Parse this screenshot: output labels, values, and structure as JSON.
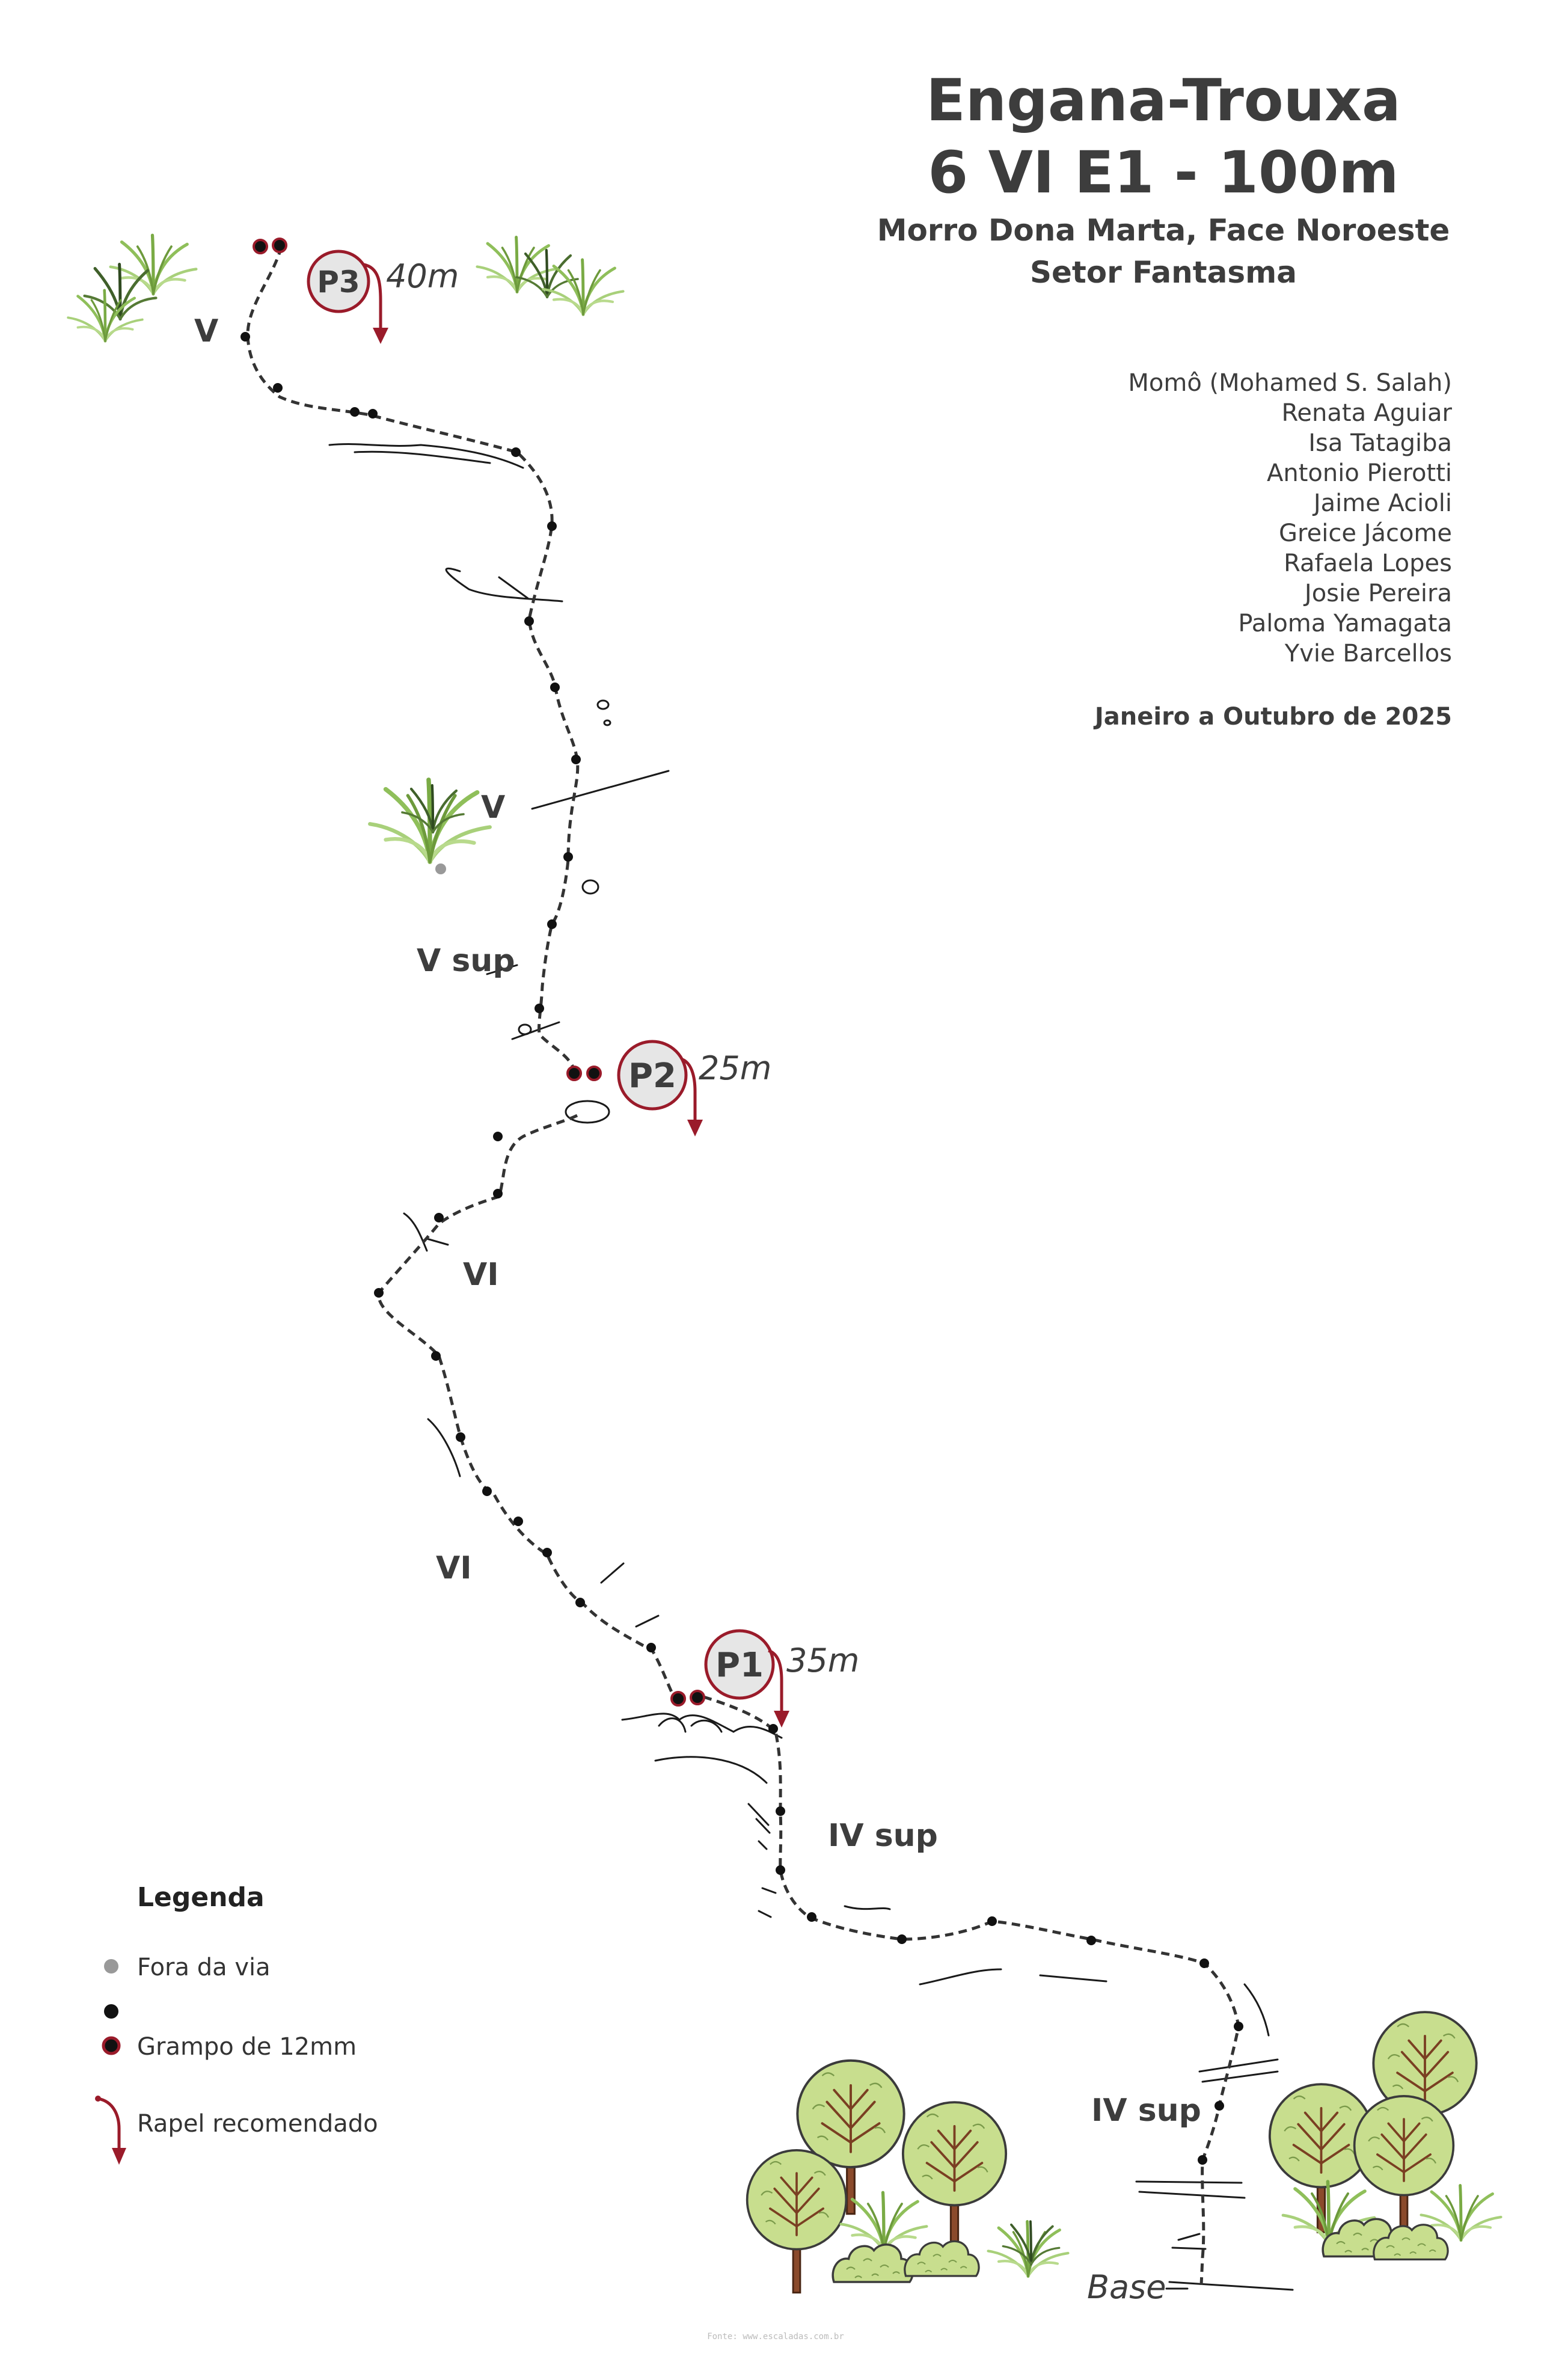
{
  "route": {
    "name": "Engana-Trouxa",
    "grade_line": "6 VI E1 - 100m",
    "location": "Morro Dona Marta, Face Noroeste",
    "sector": "Setor Fantasma",
    "date": "Janeiro a Outubro de 2025"
  },
  "credits": [
    "Momô (Mohamed S. Salah)",
    "Renata Aguiar",
    "Isa Tatagiba",
    "Antonio Pierotti",
    "Jaime Acioli",
    "Greice Jácome",
    "Rafaela Lopes",
    "Josie Pereira",
    "Paloma Yamagata",
    "Yvie Barcellos"
  ],
  "belays": [
    {
      "id": "P3",
      "label": "P3",
      "rappel": "40m"
    },
    {
      "id": "P2",
      "label": "P2",
      "rappel": "25m"
    },
    {
      "id": "P1",
      "label": "P1",
      "rappel": "35m"
    }
  ],
  "grades": [
    {
      "id": "g1",
      "text": "V"
    },
    {
      "id": "g2",
      "text": "V"
    },
    {
      "id": "g3",
      "text": "V sup"
    },
    {
      "id": "g4",
      "text": "VI"
    },
    {
      "id": "g5",
      "text": "VI"
    },
    {
      "id": "g6",
      "text": "IV sup"
    },
    {
      "id": "g7",
      "text": "IV sup"
    }
  ],
  "base_label": "Base",
  "legend": {
    "title": "Legenda",
    "items": [
      {
        "id": "off-route",
        "label": "Fora da via",
        "color": "#999999"
      },
      {
        "id": "bolt",
        "label": "Grampo de 12mm",
        "color": "#111111"
      },
      {
        "id": "rappel",
        "label": "Rapel recomendado",
        "color": "#9a1b2a"
      }
    ]
  },
  "source": "Fonte: www.escaladas.com.br",
  "colors": {
    "accent": "#9a1b2a",
    "text": "#3d3d3d",
    "belay_fill": "#e6e6e6",
    "tree_leaf": "#c8de8e",
    "tree_trunk": "#8b4a2b",
    "grass": "#9dc36a"
  }
}
